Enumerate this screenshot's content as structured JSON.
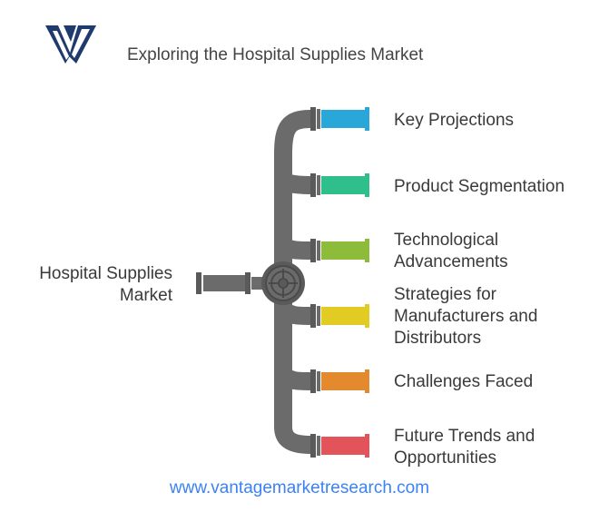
{
  "header": {
    "title": "Exploring the Hospital Supplies Market",
    "logo_icon": "vantage-v-logo-icon"
  },
  "diagram": {
    "source": {
      "line1": "Hospital Supplies",
      "line2": "Market"
    },
    "pipe_color": "#6b6b6b",
    "branches": [
      {
        "lines": [
          "Key Projections"
        ],
        "color": "#2aa7d9"
      },
      {
        "lines": [
          "Product Segmentation"
        ],
        "color": "#2fbf8a"
      },
      {
        "lines": [
          "Technological",
          "Advancements"
        ],
        "color": "#8dbb3a"
      },
      {
        "lines": [
          "Strategies for",
          "Manufacturers and",
          "Distributors"
        ],
        "color": "#e2cb22"
      },
      {
        "lines": [
          "Challenges Faced"
        ],
        "color": "#e38a2f"
      },
      {
        "lines": [
          "Future Trends and",
          "Opportunities"
        ],
        "color": "#e2545a"
      }
    ]
  },
  "footer": {
    "url": "www.vantagemarketresearch.com"
  }
}
